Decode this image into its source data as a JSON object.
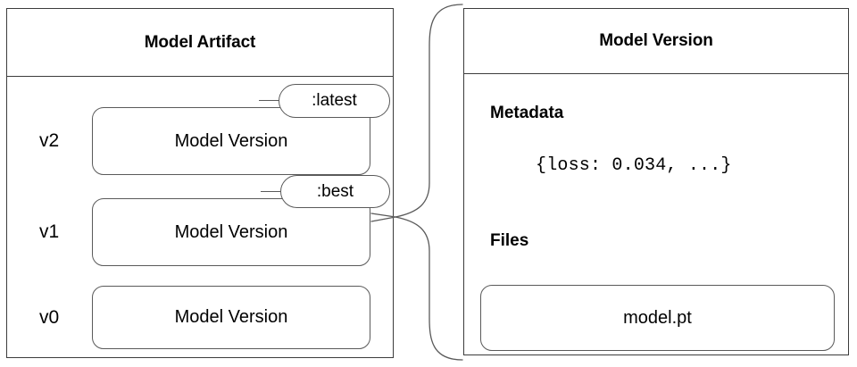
{
  "diagram": {
    "title_left": "Model Artifact",
    "title_right": "Model Version",
    "connector_name": "curly-brace-connector"
  },
  "artifact_panel": {
    "header": "Model Artifact",
    "versions": [
      {
        "label": "v2",
        "box_label": "Model Version",
        "tag": ":latest"
      },
      {
        "label": "v1",
        "box_label": "Model Version",
        "tag": ":best"
      },
      {
        "label": "v0",
        "box_label": "Model Version",
        "tag": null
      }
    ]
  },
  "version_panel": {
    "header": "Model Version",
    "metadata_title": "Metadata",
    "metadata_value": "{loss: 0.034, ...}",
    "files_title": "Files",
    "files": [
      {
        "name": "model.pt"
      }
    ]
  },
  "colors": {
    "panel_border": "#3c3c3c",
    "box_border": "#5a5a5a",
    "background": "#ffffff",
    "text": "#000000"
  }
}
